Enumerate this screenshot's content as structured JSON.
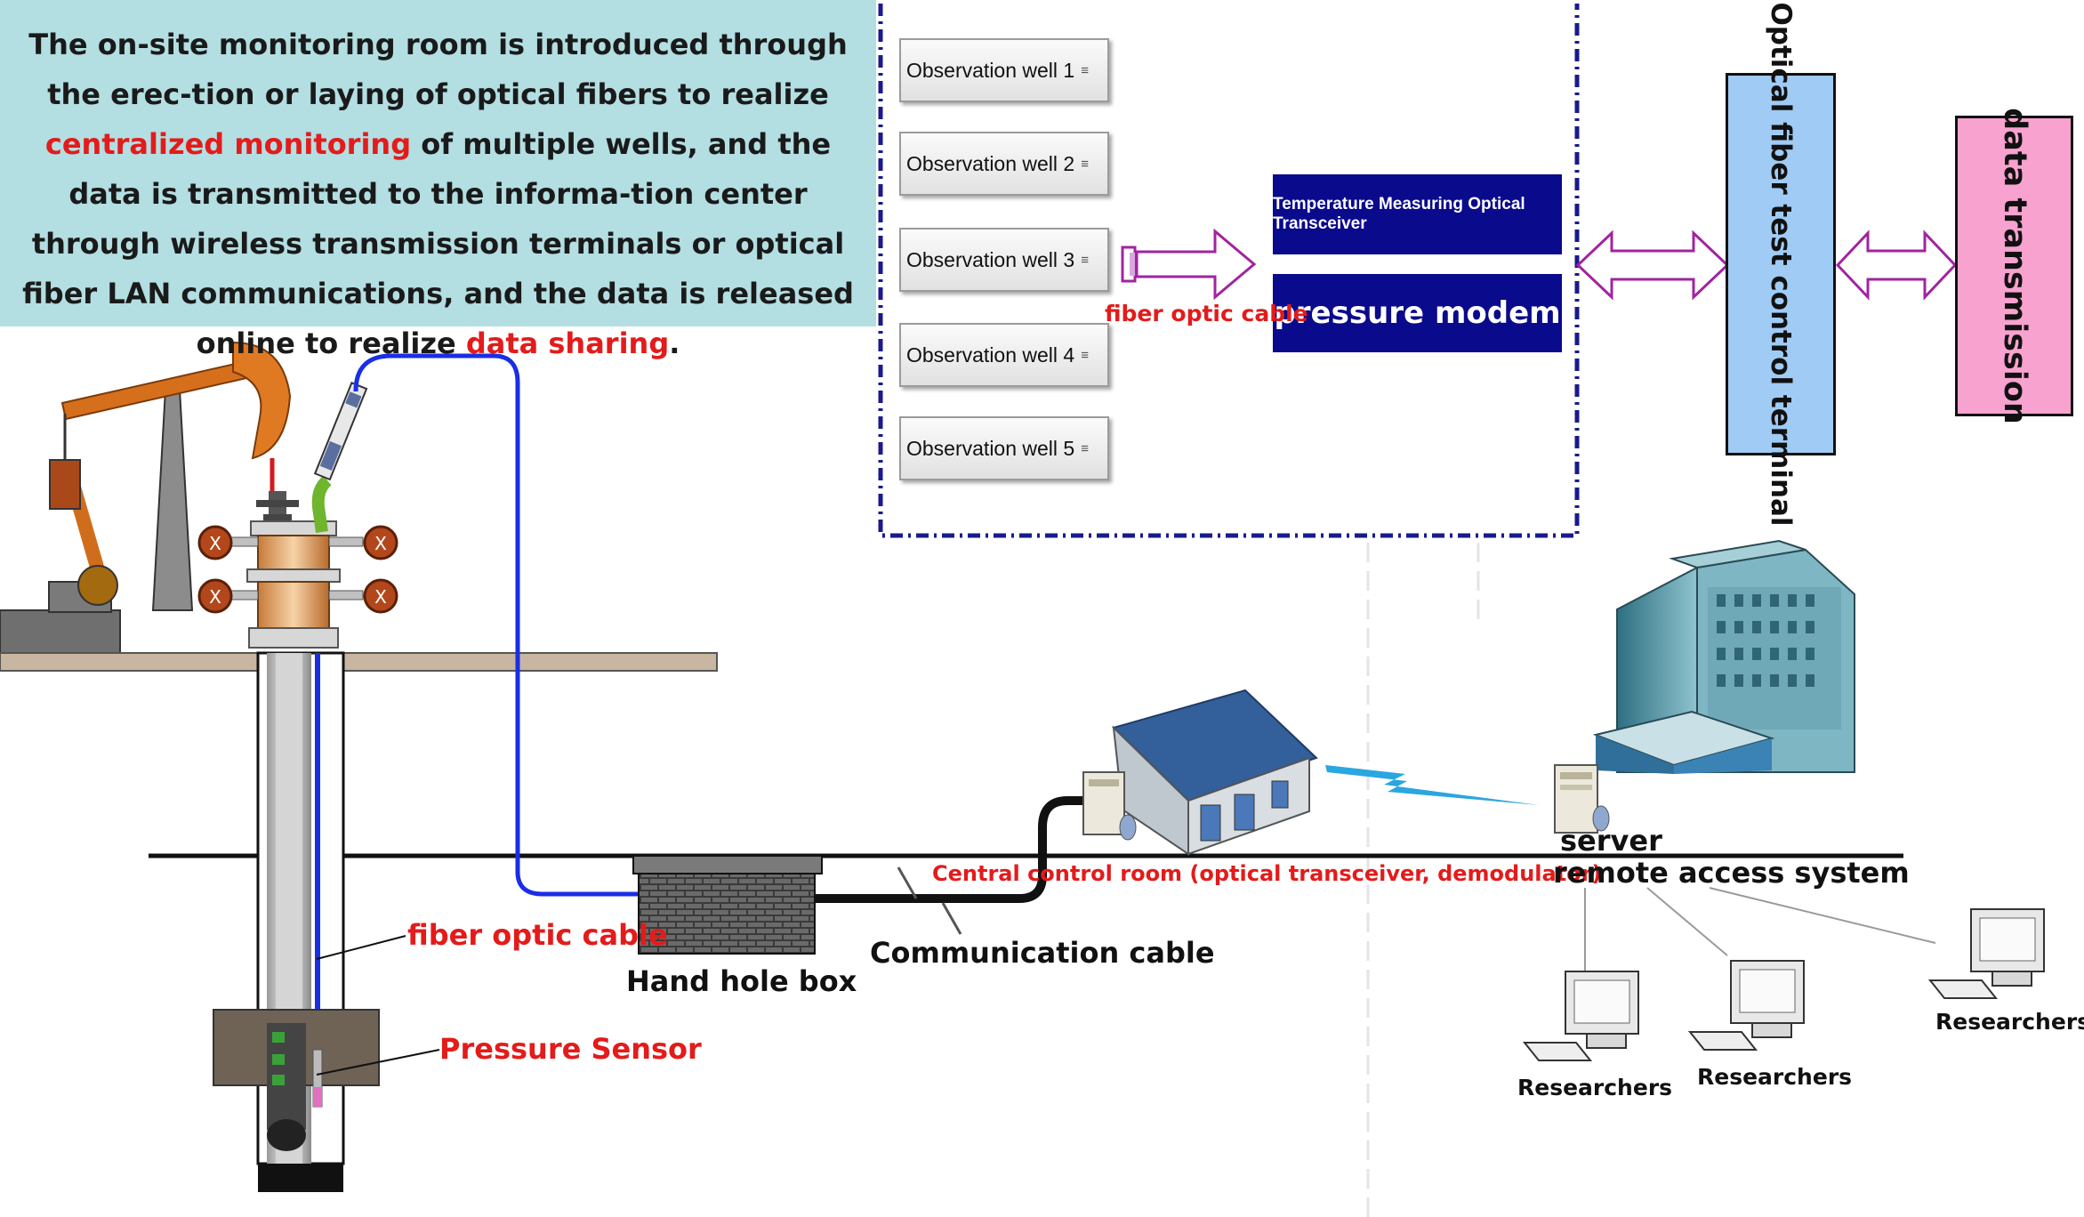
{
  "intro": {
    "part1": "The on-site monitoring room is introduced through the erec-tion or laying of optical fibers to realize ",
    "highlight1": "centralized monitoring",
    "part2": " of multiple wells, and the data is transmitted to the informa-tion center through wireless transmission terminals or optical fiber LAN communications, and the data is released online to realize ",
    "highlight2": "data sharing",
    "part3": "."
  },
  "observation_wells": [
    {
      "label": "Observation well 1"
    },
    {
      "label": "Observation well 2"
    },
    {
      "label": "Observation well 3"
    },
    {
      "label": "Observation well 4"
    },
    {
      "label": "Observation well 5"
    }
  ],
  "transceiver": "Temperature Measuring Optical Transceiver",
  "pressure_modem": "pressure modem",
  "fiber_optic_cable_top": "fiber optic cable",
  "control_terminal": "Optical fiber test control terminal",
  "data_transmission": "data transmission",
  "central_control_room": "Central control room (optical transceiver, demodulator)",
  "server": "server",
  "remote_access_system": "remote access system",
  "communication_cable": "Communication cable",
  "hand_hole_box": "Hand hole box",
  "fiber_optic_cable_well": "fiber optic cable",
  "pressure_sensor": "Pressure Sensor",
  "researchers": [
    "Researchers",
    "Researchers",
    "Researchers"
  ],
  "colors": {
    "intro_bg": "#b3dee2",
    "highlight_red": "#e31b1b",
    "modem_blue": "#0a0a8c",
    "terminal_blue": "#9fcbf5",
    "data_pink": "#f7a2cf",
    "arrow_purple": "#a0249f",
    "cable_blue": "#1a2ee6",
    "dotted_frame": "#1a1a8c"
  }
}
